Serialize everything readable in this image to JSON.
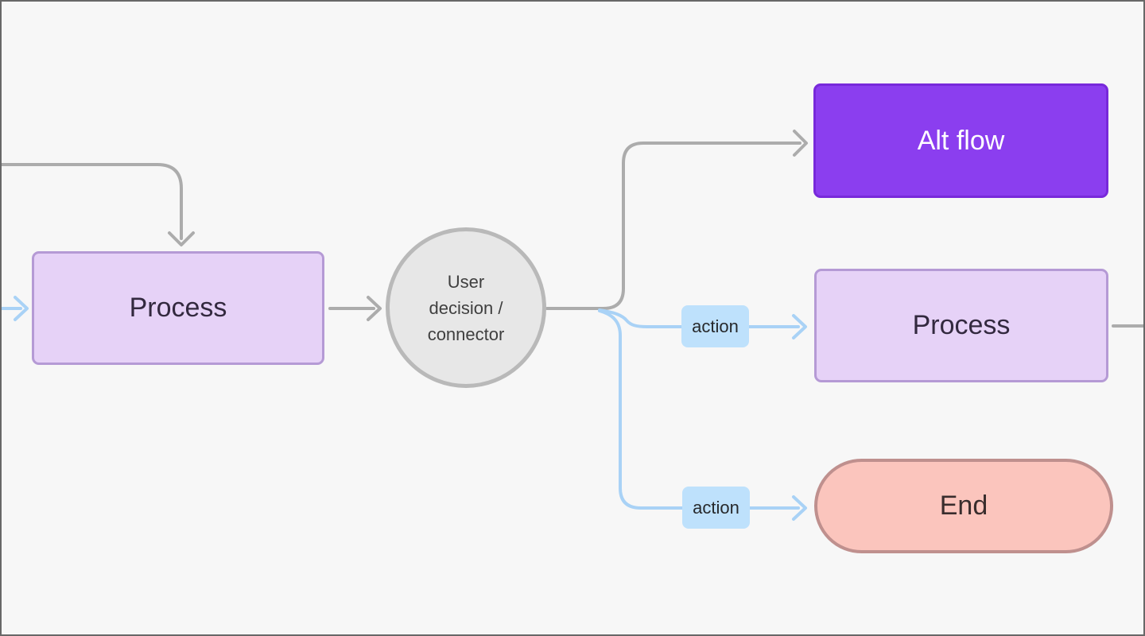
{
  "canvas": {
    "background": "#F7F7F7",
    "frame_border": "#686868"
  },
  "colors": {
    "connector_gray": "#ACACAC",
    "connector_blue": "#A9D2F6",
    "process_fill": "#E6D2F7",
    "process_border": "#B59AD5",
    "process_text": "#33293F",
    "circle_fill": "#E7E7E7",
    "circle_border": "#B9B9B9",
    "circle_text": "#3F3F3F",
    "altflow_fill": "#8B3EEF",
    "altflow_border": "#7829DA",
    "altflow_text": "#FFFFFF",
    "end_fill": "#FBC5BD",
    "end_border": "#BF908E",
    "end_text": "#392D2D",
    "action_label_fill": "#BEE1FC",
    "action_label_text": "#27292C"
  },
  "nodes": {
    "process_left": {
      "label": "Process"
    },
    "decision_circle": {
      "label": "User decision / connector",
      "line1": "User",
      "line2": "decision /",
      "line3": "connector"
    },
    "alt_flow": {
      "label": "Alt flow"
    },
    "process_right": {
      "label": "Process"
    },
    "end": {
      "label": "End"
    }
  },
  "edges": {
    "action_mid_label": "action",
    "action_bottom_label": "action"
  }
}
